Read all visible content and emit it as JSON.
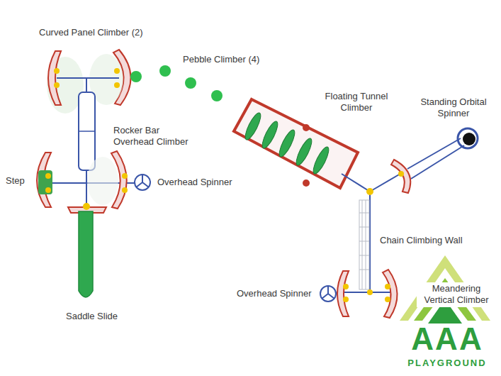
{
  "diagram": {
    "labels": [
      "Curved Panel Climber (2)",
      "Pebble Climber (4)",
      "Floating Tunnel Climber",
      "Standing Orbital Spinner",
      "Rocker Bar Overhead Climber",
      "Step",
      "Overhead Spinner",
      "Chain Climbing Wall",
      "Overhead Spinner",
      "Saddle Slide",
      "Meandering Vertical Climber",
      "AAA",
      "PLAYGROUND"
    ]
  }
}
